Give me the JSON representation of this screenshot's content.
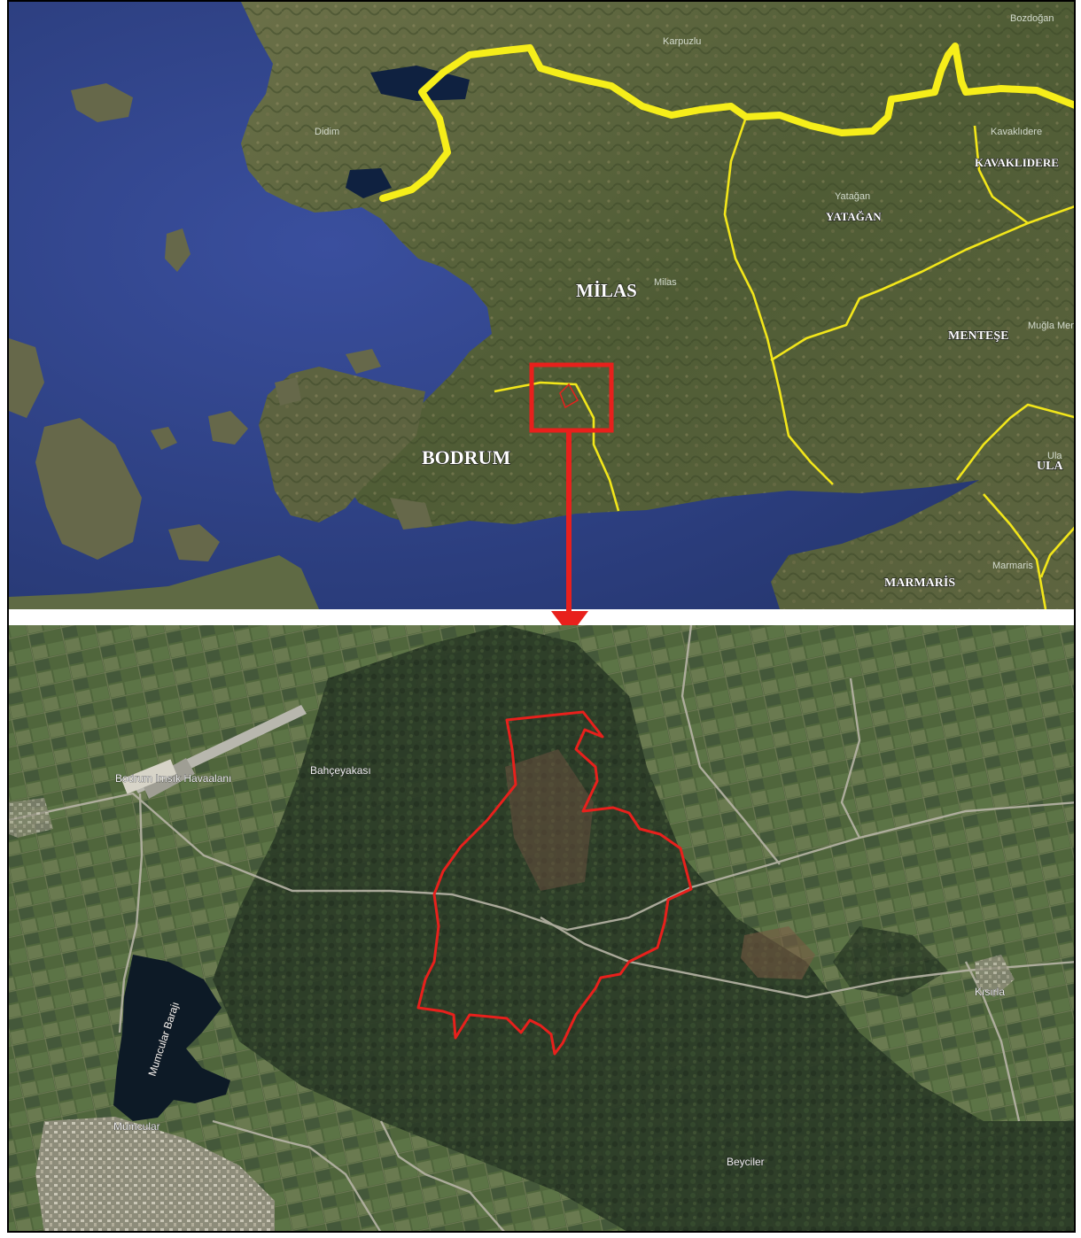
{
  "top_map": {
    "district_labels": {
      "milas": "MİLAS",
      "bodrum": "BODRUM",
      "yatagan": "YATAĞAN",
      "kavaklidere": "KAVAKLIDERE",
      "mentese": "MENTEŞE",
      "ula": "ULA",
      "marmaris": "MARMARİS"
    },
    "place_labels": {
      "bozdogan": "Bozdoğan",
      "karpuzlu": "Karpuzlu",
      "didim": "Didim",
      "milas_small": "Milas",
      "yatagan_small": "Yatağan",
      "kavaklidere_small": "Kavaklıdere",
      "mugla_small": "Muğla Mer",
      "ula_small": "Ula",
      "marmaris_small": "Marmaris"
    },
    "colors": {
      "sea": "#2d3f8a",
      "land": "#56603a",
      "boundary": "#f6ee1a",
      "highlight": "#e8201c"
    }
  },
  "bottom_map": {
    "place_labels": {
      "bahceyakasi": "Bahçeyakası",
      "airport": "Bodrum Imsık Havaalanı",
      "mumcular_baraji": "Mumcular Barajı",
      "mumcular": "Mumcular",
      "kisirla": "Kısırla",
      "beyciler": "Beyciler"
    },
    "colors": {
      "land": "#4a5a38",
      "reservoir": "#0d1a26",
      "study_area": "#e8201c"
    }
  }
}
